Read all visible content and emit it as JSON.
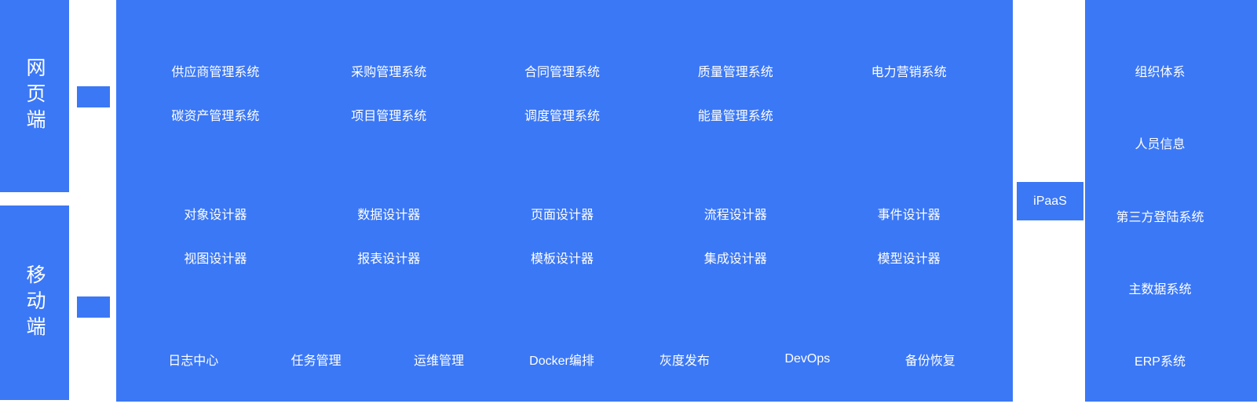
{
  "colors": {
    "primary": "#3B78F6",
    "text_on_primary": "#FFFFFF",
    "background": "#FFFFFF"
  },
  "client_panels": [
    {
      "label": "网页端"
    },
    {
      "label": "移动端"
    }
  ],
  "platform": {
    "app_rows": [
      [
        "供应商管理系统",
        "采购管理系统",
        "合同管理系统",
        "质量管理系统",
        "电力营销系统"
      ],
      [
        "碳资产管理系统",
        "项目管理系统",
        "调度管理系统",
        "能量管理系统"
      ]
    ],
    "designer_rows": [
      [
        "对象设计器",
        "数据设计器",
        "页面设计器",
        "流程设计器",
        "事件设计器"
      ],
      [
        "视图设计器",
        "报表设计器",
        "模板设计器",
        "集成设计器",
        "模型设计器"
      ]
    ],
    "ops_items": [
      "日志中心",
      "任务管理",
      "运维管理",
      "Docker编排",
      "灰度发布",
      "DevOps",
      "备份恢复"
    ]
  },
  "connector": {
    "label": "iPaaS"
  },
  "external_systems": [
    "组织体系",
    "人员信息",
    "第三方登陆系统",
    "主数据系统",
    "ERP系统"
  ]
}
